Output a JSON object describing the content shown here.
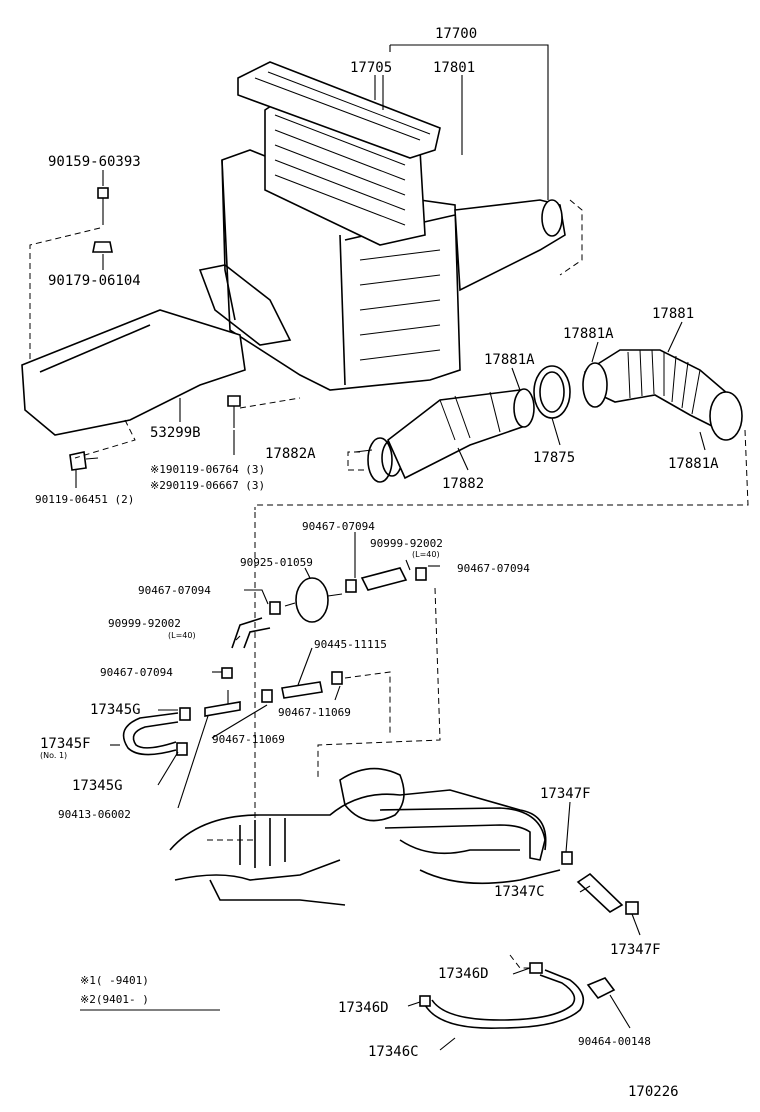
{
  "labels": {
    "p17700": "17700",
    "p17705": "17705",
    "p17801": "17801",
    "p90159": "90159-60393",
    "p90179": "90179-06104",
    "p53299B": "53299B",
    "n1": "※190119-06764 (3)",
    "n2": "※290119-06667 (3)",
    "p90119": "90119-06451 (2)",
    "p17881": "17881",
    "p17881A_1": "17881A",
    "p17881A_2": "17881A",
    "p17881A_3": "17881A",
    "p17882A": "17882A",
    "p17882": "17882",
    "p17875": "17875",
    "p90467a": "90467-07094",
    "p90925": "90925-01059",
    "p90999a": "90999-92002",
    "p90999a_l": "(L=40)",
    "p90467b": "90467-07094",
    "p90467c": "90467-07094",
    "p90999b": "90999-92002",
    "p90999b_l": "(L=40)",
    "p90445": "90445-11115",
    "p90467d": "90467-07094",
    "p17345G_1": "17345G",
    "p90467e": "90467-11069",
    "p17345F": "17345F",
    "p17345F_no": "(No. 1)",
    "p90467f": "90467-11069",
    "p17345G_2": "17345G",
    "p90413": "90413-06002",
    "p17347F_1": "17347F",
    "p17347C": "17347C",
    "p17347F_2": "17347F",
    "p17346D_1": "17346D",
    "p17346D_2": "17346D",
    "p90464": "90464-00148",
    "p17346C": "17346C",
    "legend1": "※1(      -9401)",
    "legend2": "※2(9401-      )",
    "diagram_no": "170226"
  }
}
